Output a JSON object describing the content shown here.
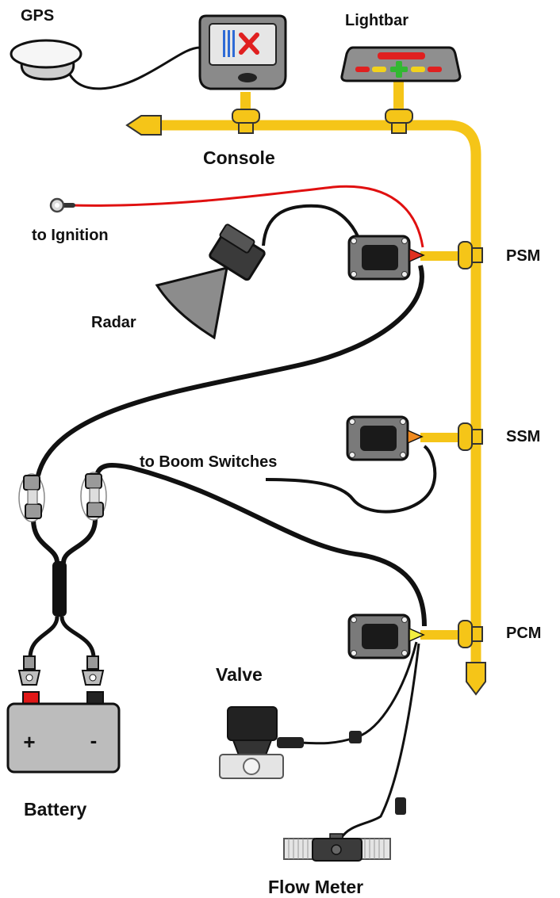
{
  "labels": {
    "gps": "GPS",
    "console": "Console",
    "lightbar": "Lightbar",
    "to_ignition": "to Ignition",
    "radar": "Radar",
    "psm": "PSM",
    "ssm": "SSM",
    "to_boom_switches": "to Boom Switches",
    "pcm": "PCM",
    "valve": "Valve",
    "battery": "Battery",
    "battery_positive": "+",
    "battery_negative": "-",
    "flow_meter": "Flow Meter"
  },
  "colors": {
    "trunk": "#F5C518",
    "cable": "#111111",
    "ignition_wire": "#E01010",
    "module_body": "#7A7A7A",
    "psm_connector": "#E03020",
    "ssm_connector": "#F08A20",
    "pcm_connector": "#F2EE40"
  }
}
